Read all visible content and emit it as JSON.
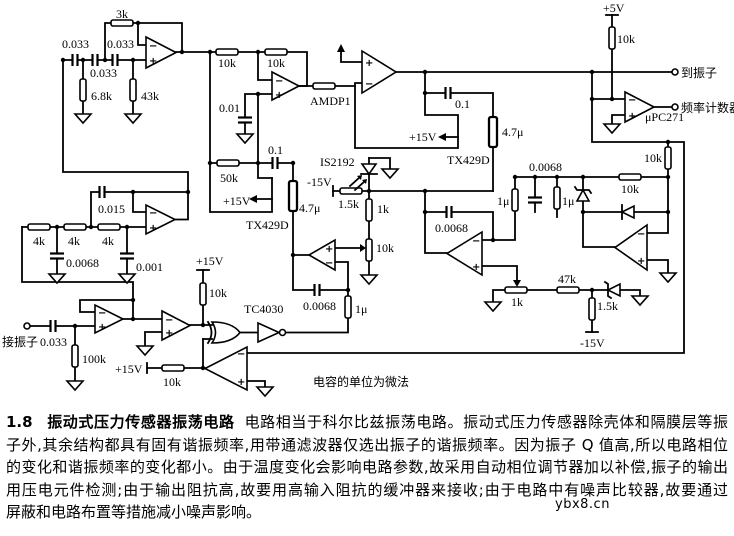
{
  "figure": {
    "signs": {
      "plus": "+",
      "minus": "−"
    },
    "bandpass": {
      "r_feedback": "3k",
      "c1": "0.033",
      "c2": "0.033",
      "c3": "0.033",
      "r1": "6.8k",
      "r2": "43k"
    },
    "amplifier": {
      "r_in": "10k",
      "r_fb": "10k",
      "c": "0.01",
      "r_out_part": "AMDP1"
    },
    "driver": {
      "c": "0.1",
      "supply": "+15V",
      "photo_r": "4.7μ",
      "opto": "TX429D"
    },
    "output": {
      "supply": "+5V",
      "pullup_r": "10k",
      "to_vibrator": "到振子",
      "freq_counter": "频率计数器",
      "ic": "μPC271"
    },
    "limiter": {
      "r_v": "10k",
      "c": "0.0068",
      "r_h": "10k",
      "r1": "1μ",
      "r2": "1μ"
    },
    "integrator": {
      "c": "0.0068"
    },
    "reference": {
      "r": "47k",
      "pot": "1k",
      "r2": "1.5k",
      "supply": "-15V"
    },
    "phase": {
      "r": "50k",
      "c": "0.1",
      "supply": "+15V",
      "photo_r": "4.7μ",
      "opto": "TX429D"
    },
    "led": {
      "part": "IS2192",
      "supply": "-15V",
      "r": "1.5k",
      "r2": "1k",
      "pot": "10k"
    },
    "lowpass": {
      "r1": "4k",
      "r2": "4k",
      "r3": "4k",
      "c1": "0.0068",
      "c2": "0.001",
      "c3": "0.015"
    },
    "input": {
      "terminal": "接振子",
      "c": "0.033",
      "r": "100k"
    },
    "gate": {
      "supply": "+15V",
      "r": "10k",
      "ic": "TC4030"
    },
    "detector": {
      "c": "0.0068",
      "r": "1μ"
    },
    "comparator": {
      "supply": "+15V",
      "r": "10k"
    },
    "note": "电容的单位为微法"
  },
  "caption": {
    "number": "1.8",
    "heading": "振动式压力传感器振荡电路",
    "lines": [
      "电路相当于科尔比兹振荡电路。振动式压力传感器除壳体和隔膜层等振",
      "子外,其余结构都具有固有谐振频率,用带通滤波器仅选出振子的谐振频率。因为振子 Q 值高,所以电路相位",
      "的变化和谐振频率的变化都小。由于温度变化会影响电路参数,故采用自动相位调节器加以补偿,振子的输出",
      "用压电元件检测;由于输出阻抗高,故要用高输入阻抗的缓冲器来接收;由于电路中有噪声比较器,故要通过",
      "屏蔽和电路布置等措施减小噪声影响。"
    ]
  },
  "watermark": "ybx8.cn"
}
